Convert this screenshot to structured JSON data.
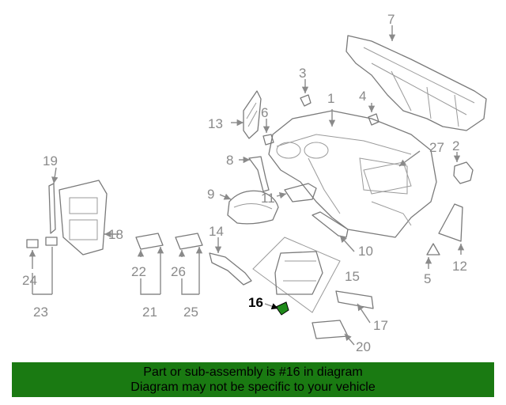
{
  "callouts": {
    "c1": "1",
    "c2": "2",
    "c3": "3",
    "c4": "4",
    "c5": "5",
    "c6": "6",
    "c7": "7",
    "c8": "8",
    "c9": "9",
    "c10": "10",
    "c11": "11",
    "c12": "12",
    "c13": "13",
    "c14": "14",
    "c15": "15",
    "c16": "16",
    "c17": "17",
    "c18": "18",
    "c19": "19",
    "c20": "20",
    "c21": "21",
    "c22": "22",
    "c23": "23",
    "c24": "24",
    "c25": "25",
    "c26": "26",
    "c27": "27"
  },
  "banner": {
    "line1": "Part or sub-assembly is #16 in diagram",
    "line2": "Diagram may not be specific to your vehicle"
  },
  "colors": {
    "banner_bg": "#1a7a12",
    "highlight_part": "#1f8a1a",
    "callout_gray": "#8a8a8a"
  }
}
